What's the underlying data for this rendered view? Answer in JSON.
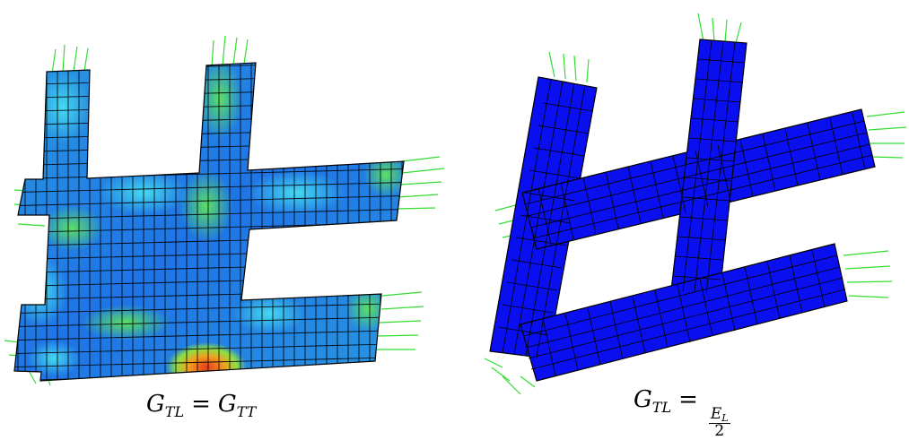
{
  "figures": [
    {
      "name": "left-panel",
      "caption": {
        "lhs": "G",
        "lhs_sub": "TL",
        "rhs": "G",
        "rhs_sub": "TT"
      },
      "fill_scheme": "contour",
      "colors": {
        "low": "#1a3fe8",
        "mid": "#2fb5e0",
        "high": "#57e05a",
        "peak": "#e04020"
      }
    },
    {
      "name": "right-panel",
      "caption": {
        "lhs": "G",
        "lhs_sub": "TL",
        "num": "E",
        "num_sub": "L",
        "den": "2"
      },
      "fill_scheme": "uniform",
      "colors": {
        "fill": "#0a0ff0"
      }
    }
  ],
  "colors": {
    "mesh": "#000000",
    "arrows": "#33dd33"
  },
  "equals": "="
}
